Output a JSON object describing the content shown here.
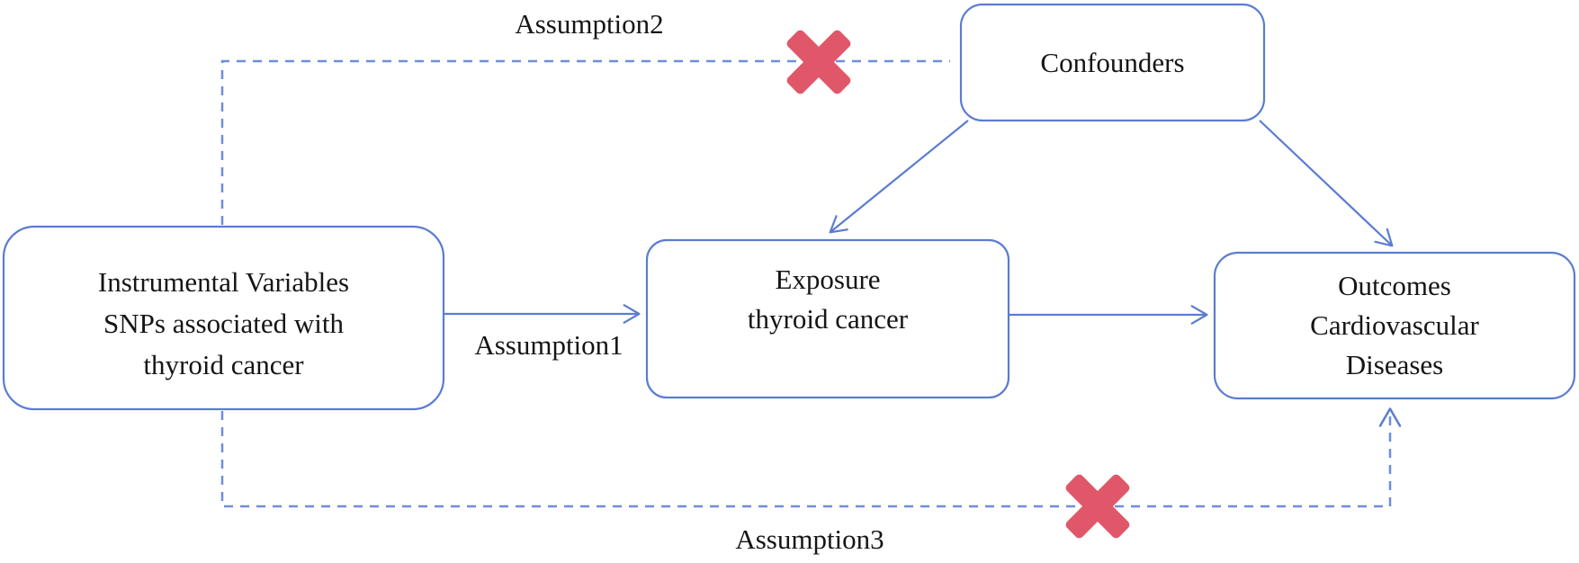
{
  "diagram": {
    "nodes": {
      "instrumental_variables": {
        "lines": [
          "Instrumental Variables",
          "SNPs associated with",
          "thyroid cancer"
        ]
      },
      "exposure": {
        "lines": [
          "Exposure",
          "thyroid cancer"
        ]
      },
      "outcomes": {
        "lines": [
          "Outcomes",
          "Cardiovascular",
          "Diseases"
        ]
      },
      "confounders": {
        "lines": [
          "Confounders"
        ]
      }
    },
    "labels": {
      "assumption1": "Assumption1",
      "assumption2": "Assumption2",
      "assumption3": "Assumption3"
    },
    "colors": {
      "solid_blue": "#5b7cd0",
      "dash_blue": "#6d8edc",
      "box_fill": "#ffffff",
      "cross_red": "#e0576a",
      "text": "#151515"
    }
  }
}
